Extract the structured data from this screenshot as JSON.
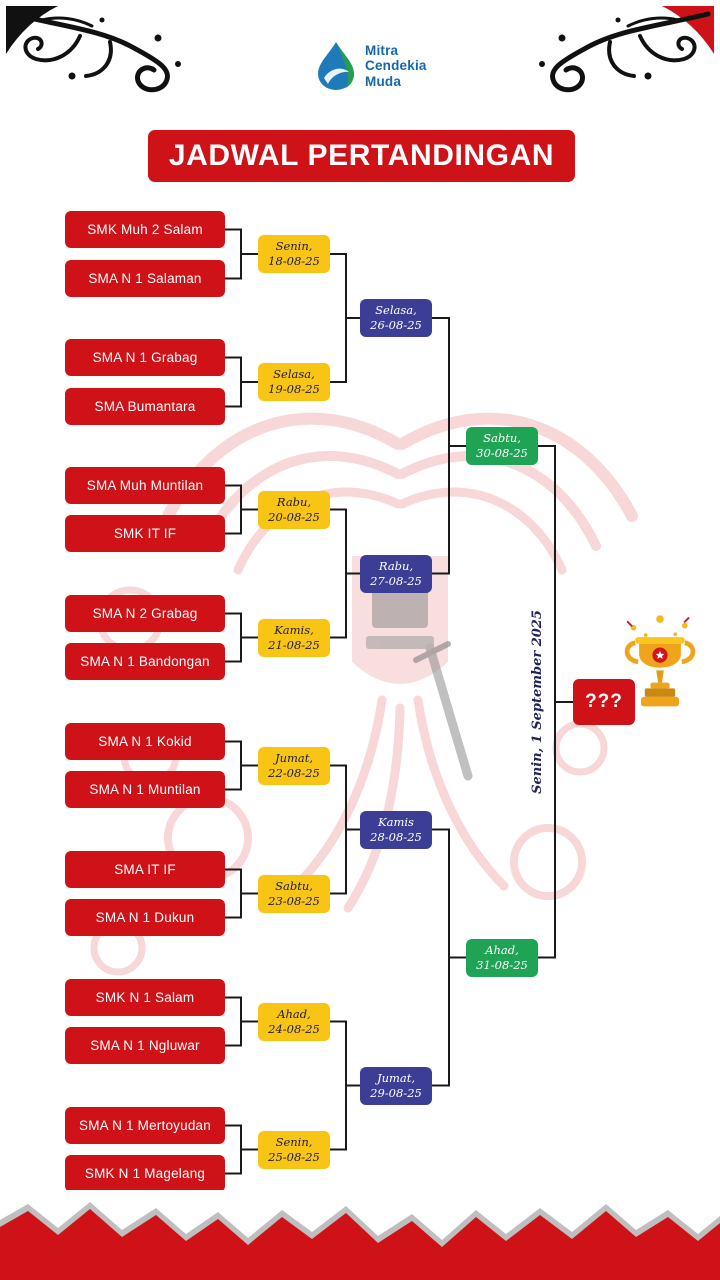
{
  "colors": {
    "red": "#cf1118",
    "yellow": "#f8c515",
    "blue": "#3c3e96",
    "green": "#1fa455",
    "ink": "#1a1a1a",
    "navy": "#23235f",
    "logoblue": "#1668ac"
  },
  "logo": {
    "line1": "Mitra",
    "line2": "Cendekia",
    "line3": "Muda"
  },
  "title": "JADWAL PERTANDINGAN",
  "bracket": {
    "round1": [
      {
        "team1": "SMK Muh 2 Salam",
        "team2": "SMA N 1 Salaman",
        "day": "Senin,",
        "date": "18-08-25"
      },
      {
        "team1": "SMA N 1 Grabag",
        "team2": "SMA Bumantara",
        "day": "Selasa,",
        "date": "19-08-25"
      },
      {
        "team1": "SMA Muh Muntilan",
        "team2": "SMK IT IF",
        "day": "Rabu,",
        "date": "20-08-25"
      },
      {
        "team1": "SMA N 2 Grabag",
        "team2": "SMA N 1 Bandongan",
        "day": "Kamis,",
        "date": "21-08-25"
      },
      {
        "team1": "SMA N 1 Kokid",
        "team2": "SMA N 1 Muntilan",
        "day": "Jumat,",
        "date": "22-08-25"
      },
      {
        "team1": "SMA IT IF",
        "team2": "SMA N 1 Dukun",
        "day": "Sabtu,",
        "date": "23-08-25"
      },
      {
        "team1": "SMK N 1 Salam",
        "team2": "SMA N 1 Ngluwar",
        "day": "Ahad,",
        "date": "24-08-25"
      },
      {
        "team1": "SMA N 1 Mertoyudan",
        "team2": "SMK N 1 Magelang",
        "day": "Senin,",
        "date": "25-08-25"
      }
    ],
    "round2": [
      {
        "day": "Selasa,",
        "date": "26-08-25"
      },
      {
        "day": "Rabu,",
        "date": "27-08-25"
      },
      {
        "day": "Kamis",
        "date": "28-08-25"
      },
      {
        "day": "Jumat,",
        "date": "29-08-25"
      }
    ],
    "round3": [
      {
        "day": "Sabtu,",
        "date": "30-08-25"
      },
      {
        "day": "Ahad,",
        "date": "31-08-25"
      }
    ],
    "final": {
      "placeholder": "???",
      "schedule": "Senin, 1 September 2025"
    }
  }
}
